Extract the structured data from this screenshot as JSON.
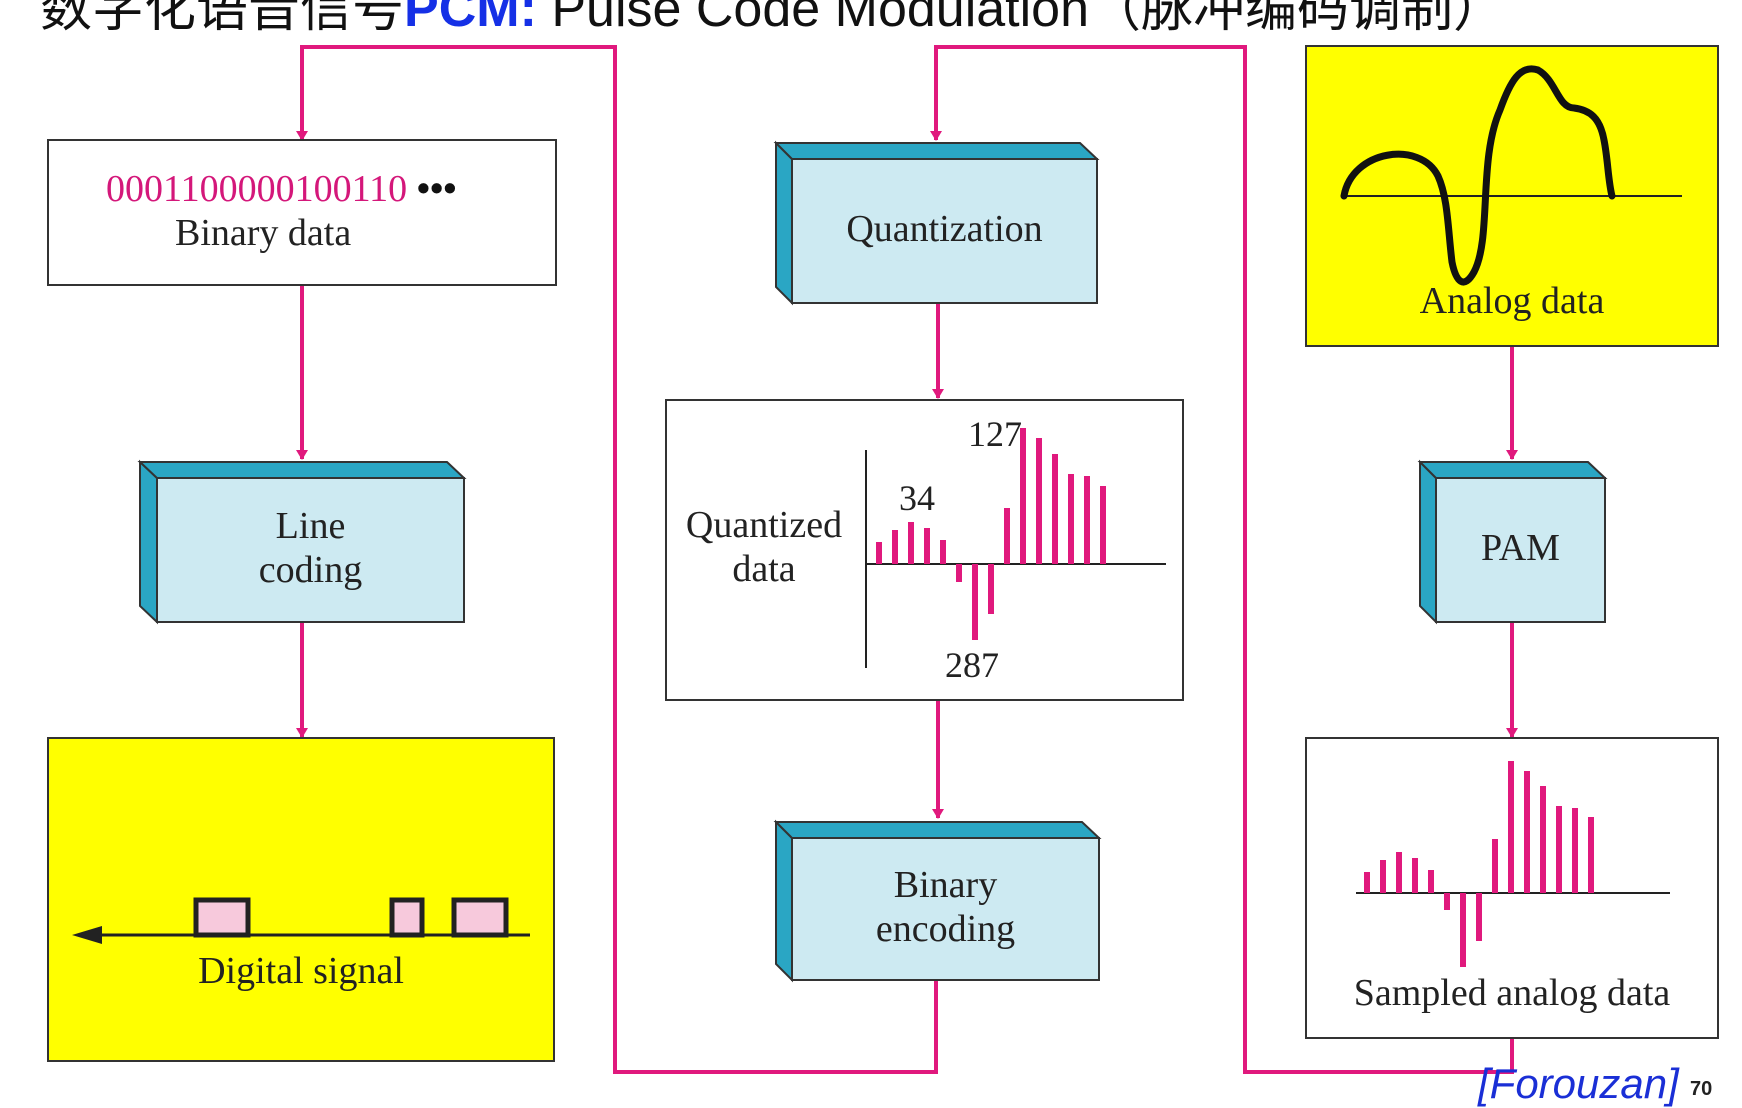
{
  "header": {
    "title_prefix": "数字化语音信号",
    "title_acronym": "PCM:",
    "title_rest": "Pulse Code Modulation（脉冲编码调制）"
  },
  "nodes": {
    "binary_data": {
      "bits": "0001100000100110",
      "ellipsis": "•••",
      "label": "Binary data"
    },
    "line_coding": {
      "line1": "Line",
      "line2": "coding"
    },
    "digital_signal": {
      "label": "Digital signal"
    },
    "quantization": {
      "label": "Quantization"
    },
    "quantized_data": {
      "line1": "Quantized",
      "line2": "data",
      "value_high": "127",
      "value_mid": "34",
      "value_low": "287"
    },
    "binary_encoding": {
      "line1": "Binary",
      "line2": "encoding"
    },
    "analog_data": {
      "label": "Analog data"
    },
    "pam": {
      "label": "PAM"
    },
    "sampled_analog_data": {
      "label": "Sampled analog data"
    }
  },
  "footer": {
    "citation": "[Forouzan]",
    "page_number": "70"
  },
  "colors": {
    "flow": "#e0197d",
    "process_box": "#cdeaf2",
    "process_side": "#2aa6c4",
    "highlight": "#ffff00",
    "bits": "#d4177a",
    "pulse_box": "#f7c9dc"
  }
}
